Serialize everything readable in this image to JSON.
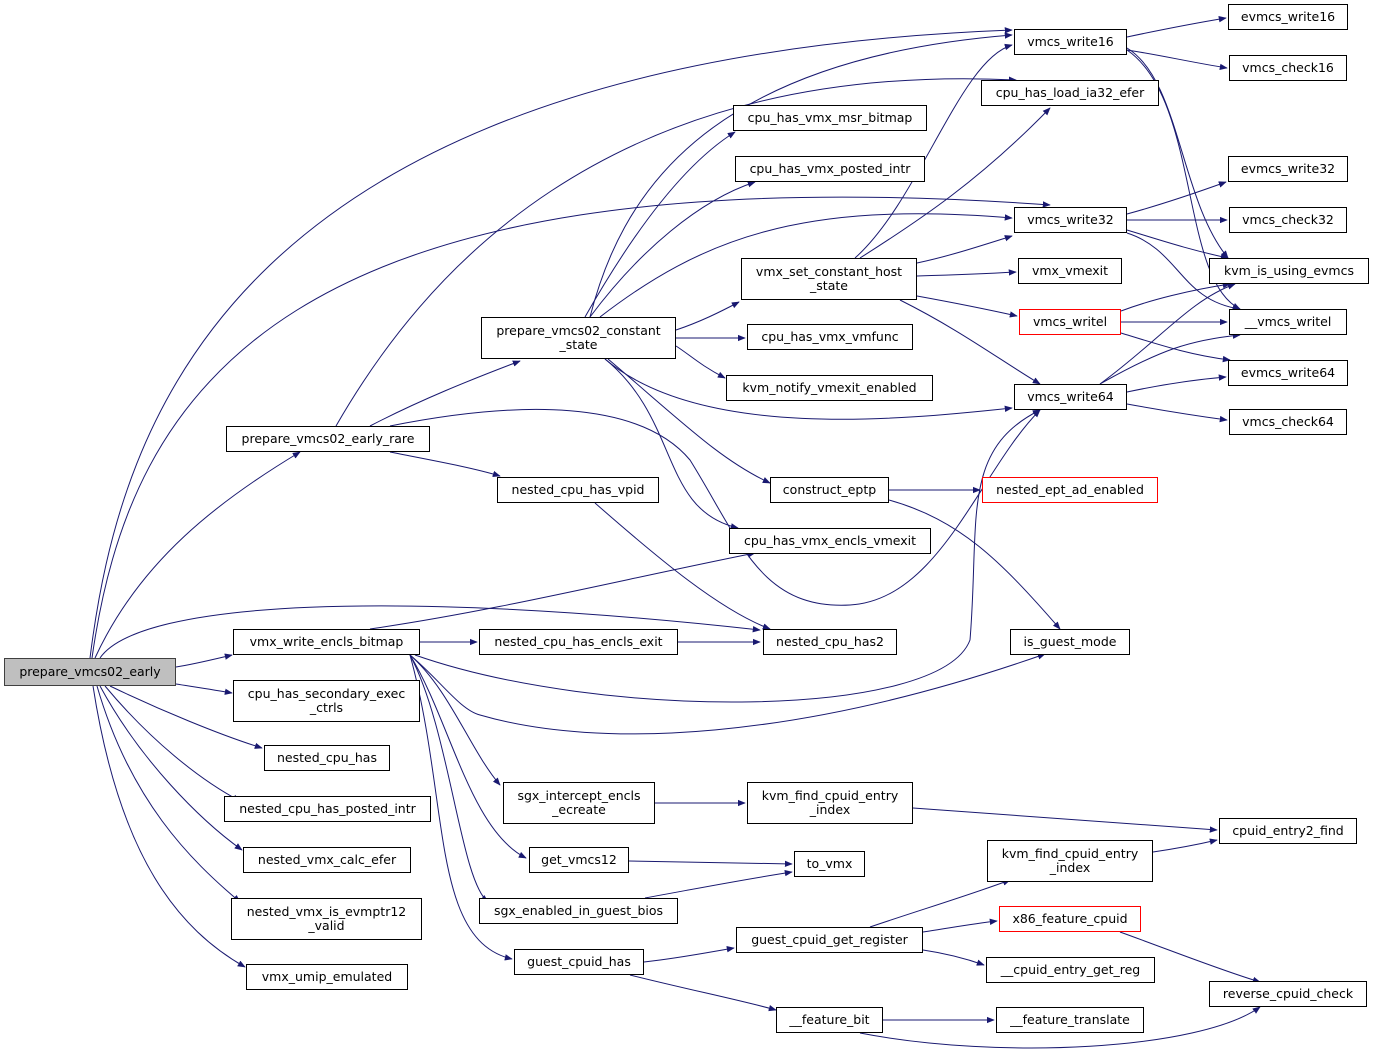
{
  "colors": {
    "edge": "#191970",
    "root_fill": "#bfbfbf",
    "red_border": "#ff0000"
  },
  "nodes": {
    "prepare_vmcs02_early": "prepare_vmcs02_early",
    "prepare_vmcs02_early_rare": "prepare_vmcs02_early_rare",
    "prepare_vmcs02_constant_state": "prepare_vmcs02_constant\n_state",
    "nested_cpu_has_vpid": "nested_cpu_has_vpid",
    "vmx_write_encls_bitmap": "vmx_write_encls_bitmap",
    "nested_cpu_has_encls_exit": "nested_cpu_has_encls_exit",
    "nested_cpu_has2": "nested_cpu_has2",
    "cpu_has_secondary_exec_ctrls": "cpu_has_secondary_exec\n_ctrls",
    "nested_cpu_has": "nested_cpu_has",
    "nested_cpu_has_posted_intr": "nested_cpu_has_posted_intr",
    "nested_vmx_calc_efer": "nested_vmx_calc_efer",
    "nested_vmx_is_evmptr12_valid": "nested_vmx_is_evmptr12\n_valid",
    "vmx_umip_emulated": "vmx_umip_emulated",
    "cpu_has_vmx_msr_bitmap": "cpu_has_vmx_msr_bitmap",
    "cpu_has_vmx_posted_intr": "cpu_has_vmx_posted_intr",
    "vmx_set_constant_host_state": "vmx_set_constant_host\n_state",
    "cpu_has_vmx_vmfunc": "cpu_has_vmx_vmfunc",
    "kvm_notify_vmexit_enabled": "kvm_notify_vmexit_enabled",
    "construct_eptp": "construct_eptp",
    "cpu_has_vmx_encls_vmexit": "cpu_has_vmx_encls_vmexit",
    "sgx_intercept_encls_ecreate": "sgx_intercept_encls\n_ecreate",
    "get_vmcs12": "get_vmcs12",
    "sgx_enabled_in_guest_bios": "sgx_enabled_in_guest_bios",
    "guest_cpuid_has": "guest_cpuid_has",
    "kvm_find_cpuid_entry_index_1": "kvm_find_cpuid_entry\n_index",
    "to_vmx": "to_vmx",
    "guest_cpuid_get_register": "guest_cpuid_get_register",
    "feature_bit": "__feature_bit",
    "vmcs_write16": "vmcs_write16",
    "cpu_has_load_ia32_efer": "cpu_has_load_ia32_efer",
    "vmcs_write32": "vmcs_write32",
    "vmx_vmexit": "vmx_vmexit",
    "vmcs_writel": "vmcs_writel",
    "vmcs_write64": "vmcs_write64",
    "nested_ept_ad_enabled": "nested_ept_ad_enabled",
    "is_guest_mode": "is_guest_mode",
    "kvm_find_cpuid_entry_index_2": "kvm_find_cpuid_entry\n_index",
    "x86_feature_cpuid": "x86_feature_cpuid",
    "cpuid_entry_get_reg": "__cpuid_entry_get_reg",
    "feature_translate": "__feature_translate",
    "evmcs_write16": "evmcs_write16",
    "vmcs_check16": "vmcs_check16",
    "evmcs_write32": "evmcs_write32",
    "vmcs_check32": "vmcs_check32",
    "kvm_is_using_evmcs": "kvm_is_using_evmcs",
    "vmcs_writel_internal": "__vmcs_writel",
    "evmcs_write64": "evmcs_write64",
    "vmcs_check64": "vmcs_check64",
    "cpuid_entry2_find": "cpuid_entry2_find",
    "reverse_cpuid_check": "reverse_cpuid_check"
  }
}
